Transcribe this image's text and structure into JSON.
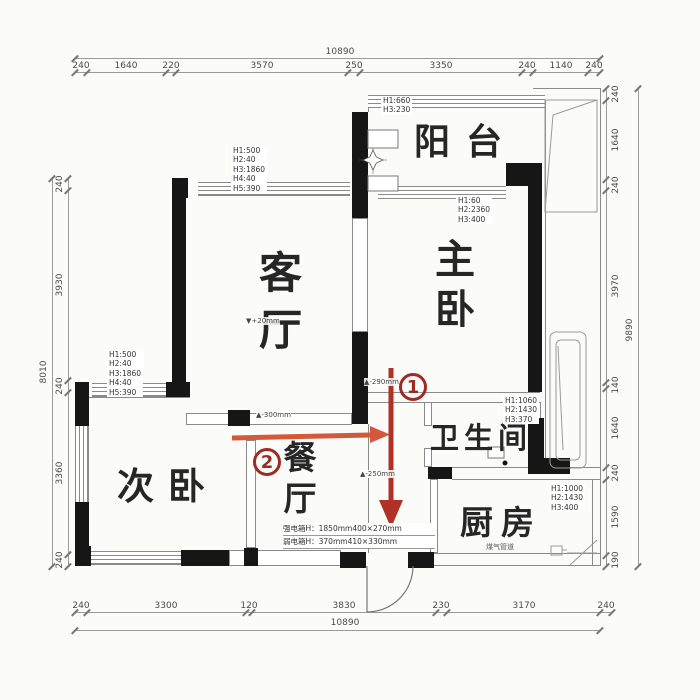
{
  "dims": {
    "top": {
      "total": "10890",
      "segs": [
        "240",
        "1640",
        "220",
        "3570",
        "250",
        "3350",
        "240",
        "1140",
        "240"
      ]
    },
    "bottom": {
      "total": "10890",
      "segs": [
        "240",
        "3300",
        "120",
        "3830",
        "230",
        "3170",
        "240"
      ]
    },
    "left": {
      "total": "8010",
      "segs": [
        "240",
        "3930",
        "240",
        "3360",
        "240"
      ]
    },
    "right": {
      "total": "9890",
      "segs": [
        "240",
        "1640",
        "240",
        "3970",
        "140",
        "1640",
        "240",
        "1590",
        "190"
      ]
    }
  },
  "rooms": {
    "balcony": "阳台",
    "living": "客厅",
    "master": "主卧",
    "second_bedroom": "次卧",
    "dining": "餐厅",
    "bathroom": "卫生间",
    "kitchen": "厨房"
  },
  "annotations": {
    "living_top": "H1:500\nH2:40\nH3:1860\nH4:40\nH5:390",
    "second_left": "H1:500\nH2:40\nH3:1860\nH4:40\nH5:390",
    "balcony": "H1:660\nH3:230",
    "master": "H1:60\nH2:2360\nH3:400",
    "bathroom": "H1:1060\nH2:1430\nH3:370",
    "kitchen": "H1:1000\nH2:1430\nH3:400"
  },
  "levels": {
    "living": "▼+20mm",
    "dining_step": "▲-300mm",
    "corridor_top": "▲-290mm",
    "corridor_low": "▲-250mm"
  },
  "electrical": {
    "strong_box": "强电箱H：1850mm400×270mm",
    "weak_box": "弱电箱H：370mm410×330mm"
  },
  "gas_pipe": "煤气管道",
  "route": {
    "one": "1",
    "two": "2"
  },
  "colors": {
    "wall": "#161616",
    "thin_line": "#8a8a8a",
    "arrow_vertical": "#b03226",
    "arrow_horizontal": "#d4593b",
    "circle_red": "#9e2b22"
  }
}
